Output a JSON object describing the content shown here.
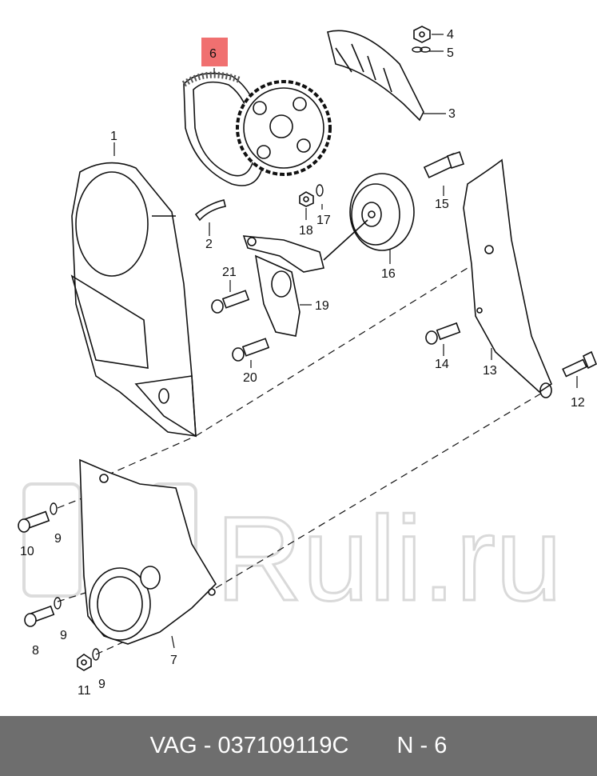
{
  "watermark": "Ruli.ru",
  "highlight_color": "#f07070",
  "callouts": {
    "c1": "1",
    "c2": "2",
    "c3": "3",
    "c4": "4",
    "c5": "5",
    "c6": "6",
    "c7": "7",
    "c8": "8",
    "c9a": "9",
    "c9b": "9",
    "c9c": "9",
    "c10": "10",
    "c11": "11",
    "c12": "12",
    "c13": "13",
    "c14": "14",
    "c15": "15",
    "c16": "16",
    "c17": "17",
    "c18": "18",
    "c19": "19",
    "c20": "20",
    "c21": "21"
  },
  "footer": {
    "part": "VAG - 037109119C",
    "position": "N - 6"
  }
}
